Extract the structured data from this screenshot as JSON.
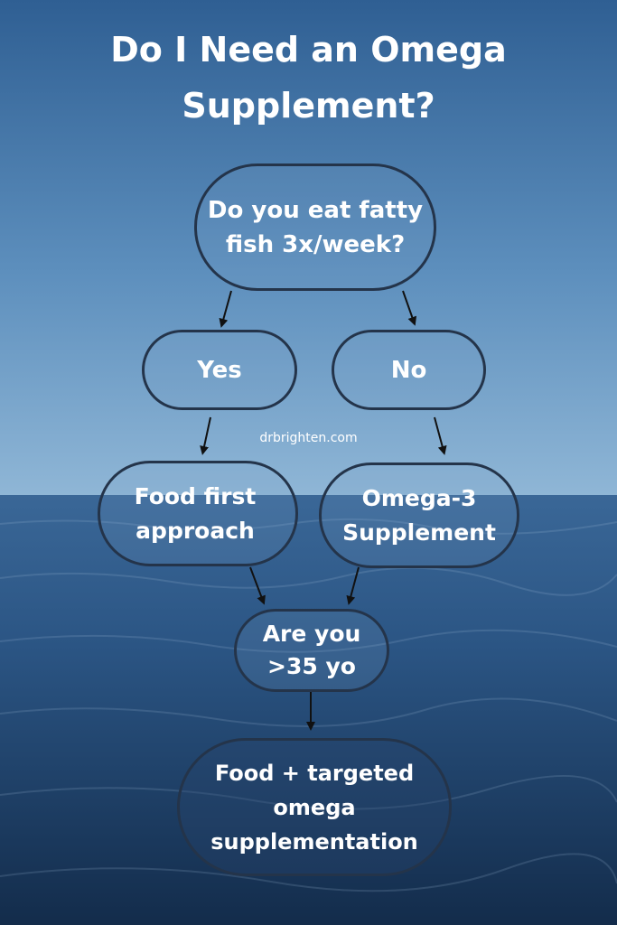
{
  "title": {
    "line1": "Do I Need an Omega",
    "line2": "Supplement?"
  },
  "nodes": {
    "question_fish": {
      "line1": "Do you eat fatty",
      "line2": "fish 3x/week?"
    },
    "yes": {
      "label": "Yes"
    },
    "no": {
      "label": "No"
    },
    "food_first": {
      "line1": "Food first",
      "line2": "approach"
    },
    "omega3": {
      "line1": "Omega-3",
      "line2": "Supplement"
    },
    "age": {
      "line1": "Are you",
      "line2": ">35 yo"
    },
    "final": {
      "line1": "Food + targeted",
      "line2": "omega",
      "line3": "supplementation"
    }
  },
  "watermark": "drbrighten.com",
  "colors": {
    "sky_top": "#2f5f93",
    "sky_horizon": "#8fb6d6",
    "sea_top": "#2e5a8a",
    "sea_bottom": "#132c4b",
    "node_border": "#24344a",
    "text": "#ffffff"
  },
  "icons": [
    "arrow-down-icon"
  ]
}
